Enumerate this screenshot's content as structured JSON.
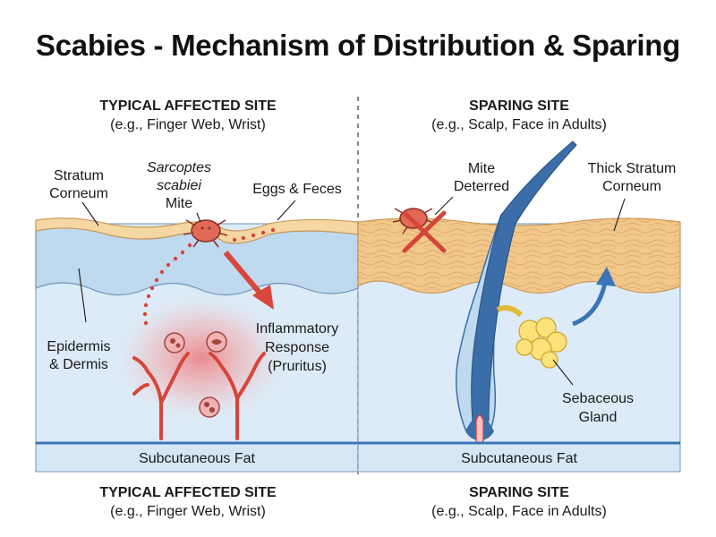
{
  "title": "Scabies - Mechanism of Distribution & Sparing",
  "left_panel": {
    "heading": "TYPICAL AFFECTED SITE",
    "subheading": "(e.g., Finger Web, Wrist)",
    "labels": {
      "stratum_corneum": [
        "Stratum",
        "Corneum"
      ],
      "mite": [
        "Sarcoptes",
        "scabiei",
        "Mite"
      ],
      "eggs": "Eggs & Feces",
      "epidermis": [
        "Epidermis",
        "& Dermis"
      ],
      "inflammatory": [
        "Inflammatory",
        "Response",
        "(Pruritus)"
      ],
      "fat": "Subcutaneous Fat"
    },
    "footer_heading": "TYPICAL AFFECTED SITE",
    "footer_subheading": "(e.g., Finger Web, Wrist)"
  },
  "right_panel": {
    "heading": "SPARING SITE",
    "subheading": "(e.g., Scalp, Face in Adults)",
    "labels": {
      "mite_deterred": [
        "Mite",
        "Deterred"
      ],
      "thick_sc": [
        "Thick Stratum",
        "Corneum"
      ],
      "sebaceous": [
        "Sebaceous",
        "Gland"
      ],
      "fat": "Subcutaneous Fat"
    },
    "footer_heading": "SPARING SITE",
    "footer_subheading": "(e.g., Scalp, Face in Adults)"
  },
  "colors": {
    "stratum": "#f6d7a4",
    "stratum_thick": "#f2c78a",
    "epidermis": "#bfd9ee",
    "dermis": "#dcebf7",
    "fat_band": "#d5e7f5",
    "hair": "#3b6ea8",
    "vessel": "#d6453a",
    "arrow_red": "#d9463b",
    "arrow_blue": "#3b75b8",
    "gland": "#fbe27a"
  }
}
